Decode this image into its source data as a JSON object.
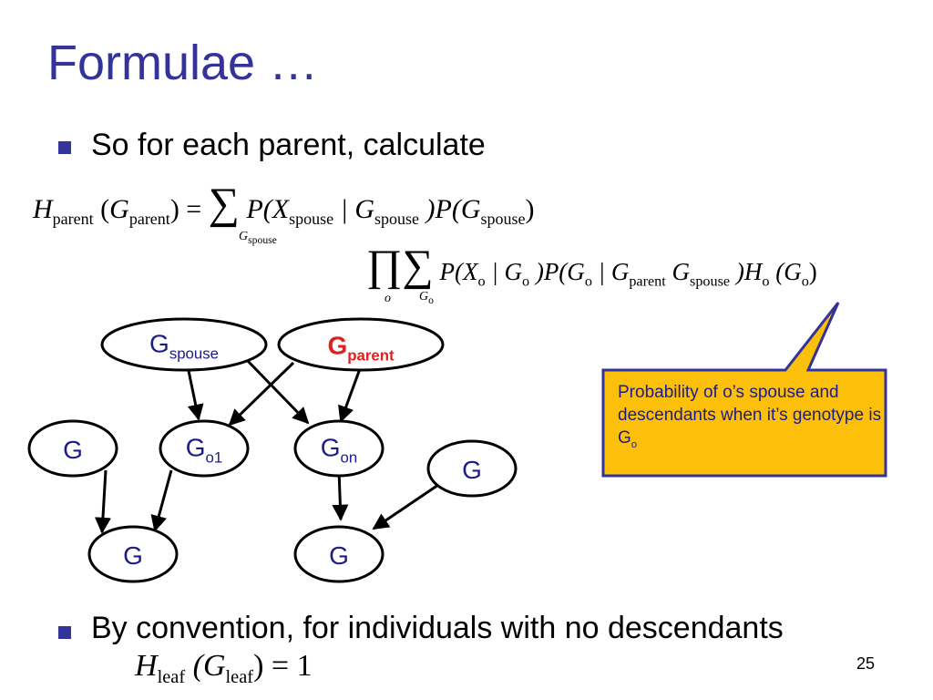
{
  "title": "Formulae …",
  "bullets": [
    {
      "text": "So for each parent, calculate"
    },
    {
      "text": "By convention, for individuals with no descendants"
    }
  ],
  "formula_parent": {
    "H": "H",
    "sub_parent": "parent",
    "paren_open": "(",
    "G": "G",
    "paren_close_eq": ") =",
    "sum": "∑",
    "sum_under_G": "G",
    "sum_under_sub": "spouse",
    "term1_prefix": "P(X",
    "term1_sub": "spouse",
    "term1_bar": "| G",
    "term1_sub2": "spouse",
    "term1_close": ")P(G",
    "term1_sub3": "spouse",
    "term1_end": ")"
  },
  "formula_product": {
    "prod": "∏",
    "prod_under": "o",
    "sum": "∑",
    "sum_under_G": "G",
    "sum_under_sub": "o",
    "expr_a": "P(X",
    "expr_a_sub": "o",
    "expr_b": "| G",
    "expr_b_sub": "o",
    "expr_c": ")P(G",
    "expr_c_sub": "o",
    "expr_d": "| G",
    "expr_d_sub": "parent",
    "expr_e": "G",
    "expr_e_sub": "spouse",
    "expr_f": ")H",
    "expr_f_sub": "o",
    "expr_g": "(G",
    "expr_g_sub": "o",
    "expr_h": ")"
  },
  "formula_leaf": {
    "H": "H",
    "sub": "leaf",
    "open": "(G",
    "sub2": "leaf",
    "close": ") = 1"
  },
  "diagram": {
    "nodes": {
      "spouse": {
        "main": "G",
        "sub": "spouse"
      },
      "parent": {
        "main": "G",
        "sub": "parent"
      },
      "left_g": {
        "main": "G"
      },
      "o1": {
        "main": "G",
        "sub": "o1"
      },
      "on": {
        "main": "G",
        "sub": "on"
      },
      "right_g": {
        "main": "G"
      },
      "bottom_left_g": {
        "main": "G"
      },
      "bottom_right_g": {
        "main": "G"
      }
    }
  },
  "callout": {
    "text": "Probability of o’s spouse and descendants when it’s genotype is G",
    "sub": "o"
  },
  "page_number": "25",
  "colors": {
    "title": "#33339a",
    "node_text": "#1c1c8a",
    "parent_highlight": "#e02020",
    "callout_fill": "#fcc00a",
    "callout_border": "#33339a"
  }
}
